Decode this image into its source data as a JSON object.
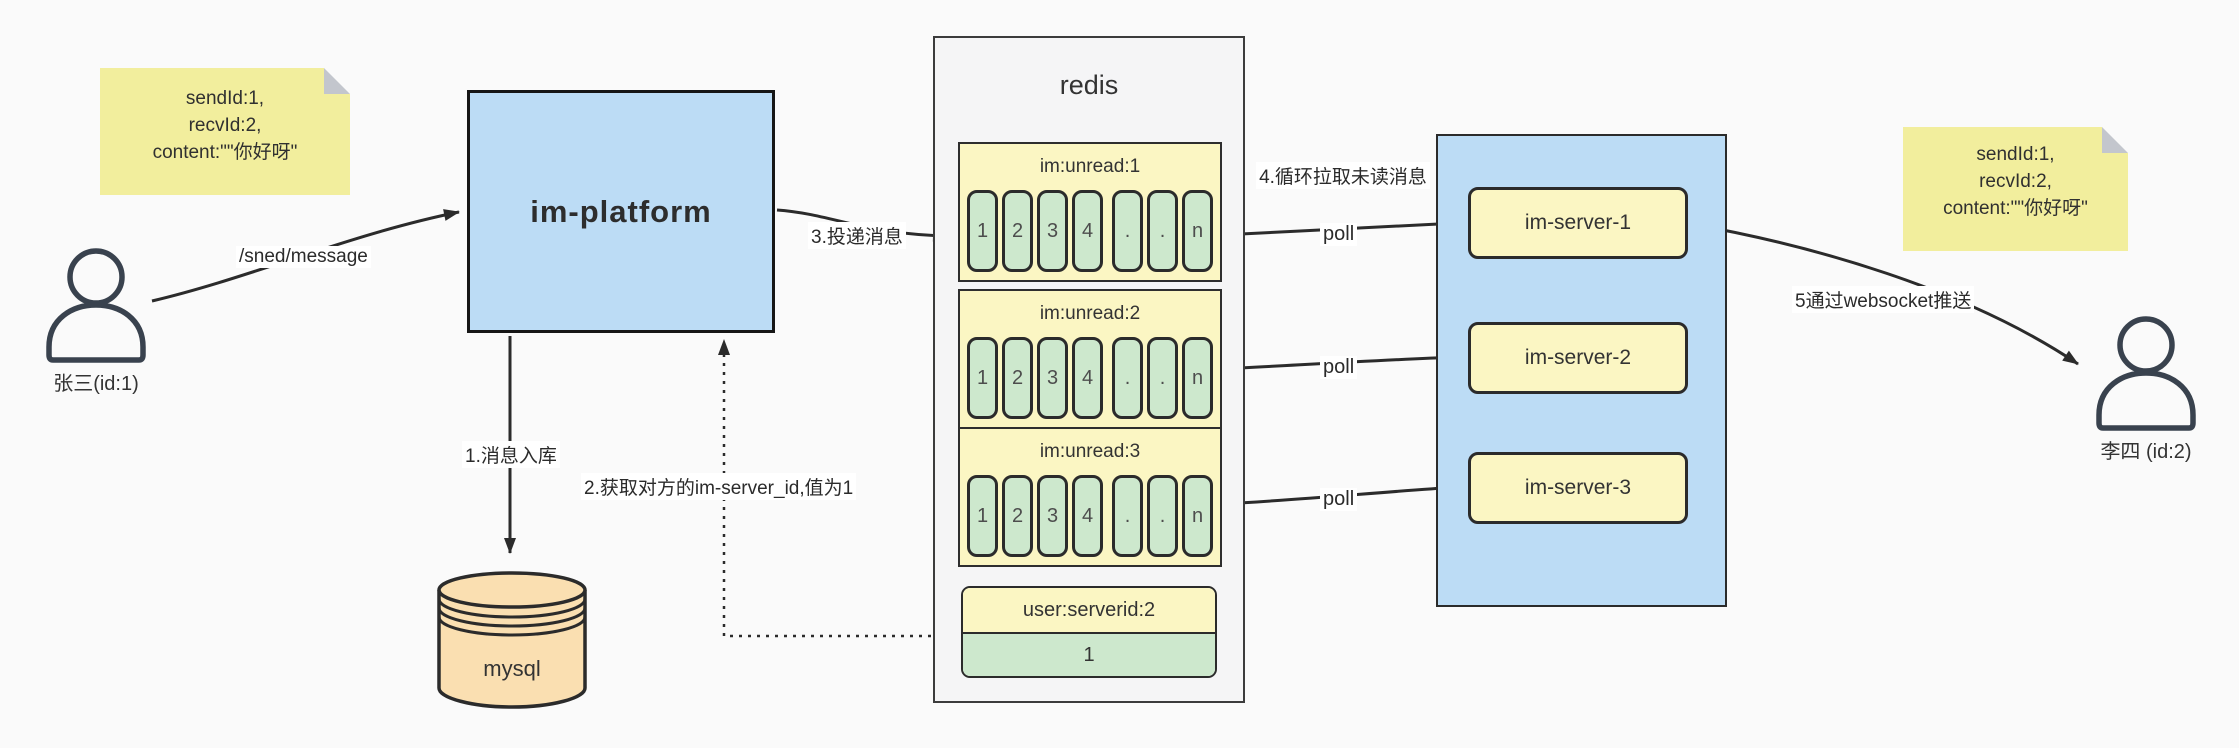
{
  "colors": {
    "accent_blue": "#bcdcf5",
    "pale_yellow": "#fbf6c3",
    "cell_green": "#cde8cd",
    "sticky_yellow": "#f2ee9d",
    "mysql_orange": "#fadfb1",
    "line": "#2e2e2e"
  },
  "actors": {
    "sender_label": "张三(id:1)",
    "receiver_label": "李四 (id:2)"
  },
  "notes": {
    "left": {
      "lines": [
        "sendId:1,",
        "recvId:2,",
        "content:\"\"你好呀\""
      ]
    },
    "right": {
      "lines": [
        "sendId:1,",
        "recvId:2,",
        "content:\"\"你好呀\""
      ]
    }
  },
  "platform": {
    "label": "im-platform"
  },
  "database": {
    "label": "mysql"
  },
  "redis": {
    "title": "redis",
    "queues": [
      {
        "name": "im:unread:1",
        "cells": [
          "1",
          "2",
          "3",
          "4",
          ".",
          ".",
          "n"
        ]
      },
      {
        "name": "im:unread:2",
        "cells": [
          "1",
          "2",
          "3",
          "4",
          ".",
          ".",
          "n"
        ]
      },
      {
        "name": "im:unread:3",
        "cells": [
          "1",
          "2",
          "3",
          "4",
          ".",
          ".",
          "n"
        ]
      }
    ],
    "kv": {
      "key": "user:serverid:2",
      "value": "1"
    }
  },
  "servers": {
    "items": [
      {
        "label": "im-server-1"
      },
      {
        "label": "im-server-2"
      },
      {
        "label": "im-server-3"
      }
    ]
  },
  "edges": {
    "send": "/sned/message",
    "step1": "1.消息入库",
    "step2": "2.获取对方的im-server_id,值为1",
    "step3": "3.投递消息",
    "step4": "4.循环拉取未读消息",
    "poll": "poll",
    "step5": "5通过websocket推送"
  }
}
